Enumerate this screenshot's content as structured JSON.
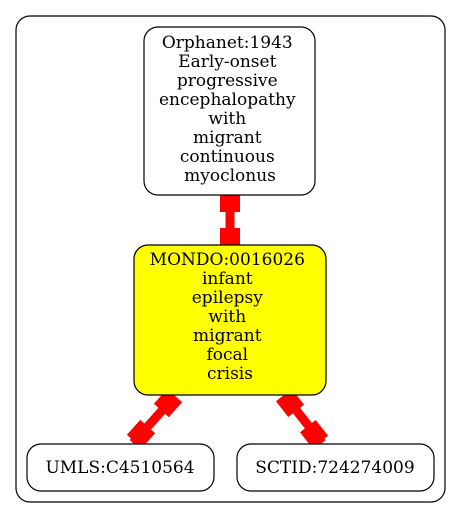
{
  "colors": {
    "background": "#ffffff",
    "node_fill": "#ffffff",
    "focus_node_fill": "#ffff00",
    "edge": "#ff0000",
    "stroke": "#000000"
  },
  "nodes": {
    "orphanet": {
      "lines": [
        "Orphanet:1943",
        "Early-onset",
        "progressive",
        "encephalopathy",
        "with",
        "migrant",
        "continuous",
        "myoclonus"
      ]
    },
    "mondo": {
      "lines": [
        "MONDO:0016026",
        "infant",
        "epilepsy",
        "with",
        "migrant",
        "focal",
        "crisis"
      ]
    },
    "umls": {
      "lines": [
        "UMLS:C4510564"
      ]
    },
    "sctid": {
      "lines": [
        "SCTID:724274009"
      ]
    }
  },
  "edges": [
    {
      "from": "orphanet",
      "to": "mondo"
    },
    {
      "from": "mondo",
      "to": "umls"
    },
    {
      "from": "mondo",
      "to": "sctid"
    }
  ]
}
